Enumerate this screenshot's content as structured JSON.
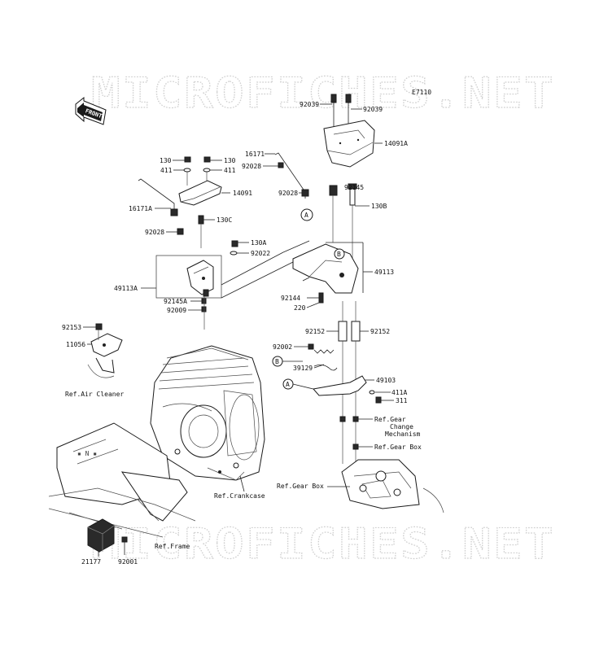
{
  "watermark": {
    "text": "MICROFICHES.NET"
  },
  "front_marker": {
    "text": "FRONT"
  },
  "circle_markers": {
    "a": "A",
    "b": "B"
  },
  "labels": {
    "e7110": "E7110",
    "p92039_left": "92039",
    "p92039_right": "92039",
    "p14091a": "14091A",
    "p130_a": "130",
    "p130_b": "130",
    "p411_a": "411",
    "p411_b": "411",
    "p16171": "16171",
    "p92028_top": "92028",
    "p14091": "14091",
    "p92028_mid": "92028",
    "p92145": "92145",
    "p130b": "130B",
    "p16171a": "16171A",
    "p130c": "130C",
    "p92028_left": "92028",
    "p130a": "130A",
    "p92022": "92022",
    "p49113a": "49113A",
    "p49113": "49113",
    "p92145a": "92145A",
    "p92009": "92009",
    "p92144": "92144",
    "p220": "220",
    "p92153": "92153",
    "p92152_left": "92152",
    "p92152_right": "92152",
    "p11056": "11056",
    "p92002": "92002",
    "p39129": "39129",
    "p49103": "49103",
    "p411a": "411A",
    "p311": "311",
    "ref_air_cleaner": "Ref.Air Cleaner",
    "ref_gear_change_1": "Ref.Gear",
    "ref_gear_change_2": "Change",
    "ref_gear_change_3": "Mechanism",
    "ref_gear_box_1": "Ref.Gear Box",
    "ref_gear_box_2": "Ref.Gear Box",
    "ref_crankcase": "Ref.Crankcase",
    "ref_frame": "Ref.Frame",
    "p21177": "21177",
    "p92001": "92001"
  }
}
